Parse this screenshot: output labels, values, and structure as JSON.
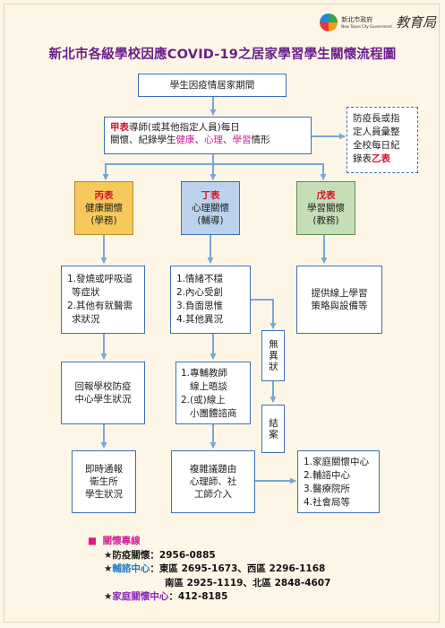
{
  "logo": {
    "org": "新北市政府",
    "org_en": "New Taipei City Government",
    "script": "教育局"
  },
  "title": "新北市各級學校因應COVID-19之居家學習學生關懷流程圖",
  "top_box": "學生因疫情居家期間",
  "main_box": {
    "line1_red": "甲表",
    "line1_rest": "導師(或其他指定人員)每日",
    "line2_a": "關懷、紀錄學生",
    "health": "健康",
    "sep1": "、",
    "mental": "心理",
    "sep2": "、",
    "learning": "學習",
    "tail": "情形"
  },
  "side_box": {
    "lines": [
      "防疫長或指",
      "定人員彙整",
      "全校每日紀"
    ],
    "tail_text": "錄表",
    "tail_red": "乙表"
  },
  "col_a": {
    "code": "丙表",
    "name": "健康關懷",
    "unit": "(學務)"
  },
  "col_b": {
    "code": "丁表",
    "name": "心理關懷",
    "unit": "(輔導)"
  },
  "col_c": {
    "code": "戊表",
    "name": "學習關懷",
    "unit": "(教務)"
  },
  "a_list": [
    "1.發燒或呼吸道",
    "等症狀",
    "2.其他有就醫需",
    "求狀況"
  ],
  "b_list": [
    "1.情緒不穩",
    "2.內心受創",
    "3.負面思惟",
    "4.其他異況"
  ],
  "c_text": [
    "提供線上學習",
    "策略與設備等"
  ],
  "a_report": [
    "回報學校防疫",
    "中心學生狀況"
  ],
  "b_counsel": [
    "1.專輔教師",
    "線上晤談",
    "2.(或)線上",
    "小團體諮商"
  ],
  "no_abnormal": "無異狀",
  "closed": "結案",
  "a_notify": [
    "即時通報",
    "衛生所",
    "學生狀況"
  ],
  "b_complex": [
    "複雜議題由",
    "心理師、社",
    "工師介入"
  ],
  "refer_list": [
    "1.家庭關懷中心",
    "2.輔諮中心",
    "3.醫療院所",
    "4.社會局等"
  ],
  "legend": {
    "bullet": "■",
    "heading": "關懷專線",
    "star": "★",
    "l1_label": "防疫關懷",
    "l1_value": "：2956-0885",
    "l2_label": "輔諮中心",
    "l2_value": "：東區 2695-1673、西區 2296-1168",
    "l3_value": "南區 2925-1119、北區 2848-4607",
    "l4_label": "家庭關懷中心",
    "l4_value": "：412-8185"
  },
  "colors": {
    "title": "#6a1f8c",
    "border": "#3d6fb4",
    "arrow": "#7aa6d8",
    "red": "#d8122a",
    "health": "#d4219e",
    "orange_fill": "#f6c95a",
    "blue_fill": "#bcd2ec",
    "green_fill": "#c6deb8"
  }
}
